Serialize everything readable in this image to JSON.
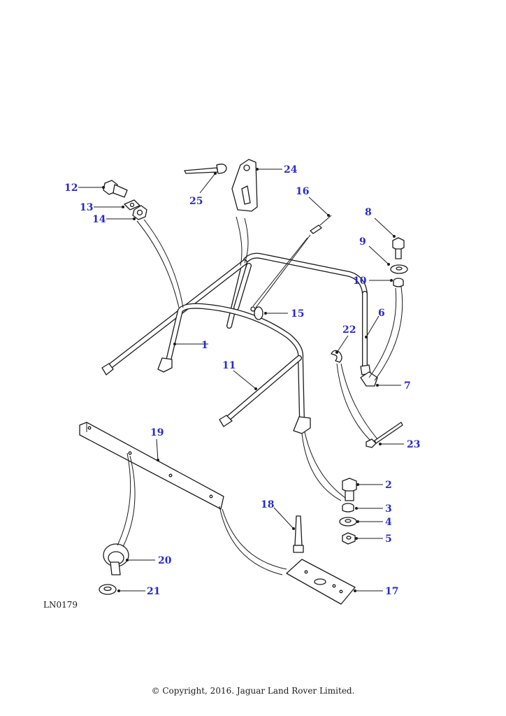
{
  "diagram": {
    "reference": "LN0179",
    "callouts": {
      "c1": "1",
      "c2": "2",
      "c3": "3",
      "c4": "4",
      "c5": "5",
      "c6": "6",
      "c7": "7",
      "c8": "8",
      "c9": "9",
      "c10": "10",
      "c11": "11",
      "c12": "12",
      "c13": "13",
      "c14": "14",
      "c15": "15",
      "c16": "16",
      "c17": "17",
      "c18": "18",
      "c19": "19",
      "c20": "20",
      "c21": "21",
      "c22": "22",
      "c23": "23",
      "c24": "24",
      "c25": "25"
    }
  },
  "footer": {
    "copyright": "© Copyright, 2016. Jaguar Land Rover Limited."
  },
  "colors": {
    "callout": "#2a2ac8",
    "line": "#1a1a1a"
  }
}
